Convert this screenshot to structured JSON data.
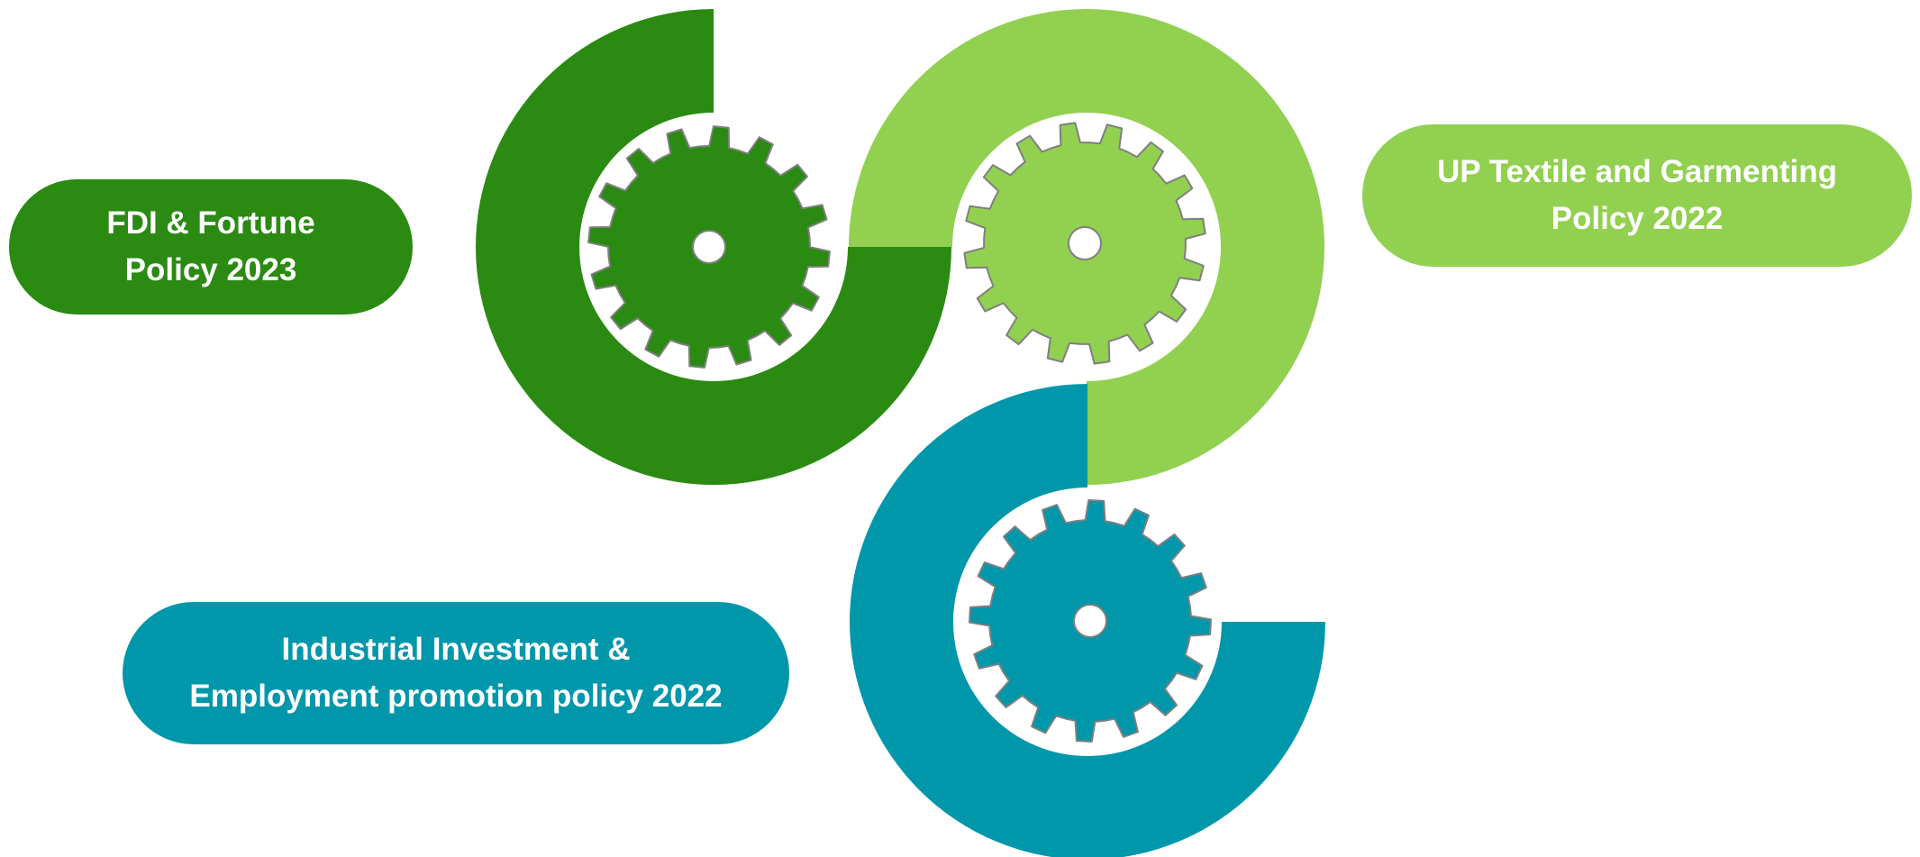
{
  "colors": {
    "dark_green": "#2a8a12",
    "light_green": "#92d050",
    "teal": "#0097ab",
    "gear_outline": "#7f7f7f",
    "background": "#ffffff"
  },
  "policies": [
    {
      "id": "fdi",
      "line1": "FDI & Fortune",
      "line2": "Policy 2023",
      "color": "#2a8a12",
      "icon": "gear-icon"
    },
    {
      "id": "textile",
      "line1": "UP Textile and Garmenting",
      "line2": "Policy 2022",
      "color": "#92d050",
      "icon": "gear-icon"
    },
    {
      "id": "industrial",
      "line1": "Industrial Investment &",
      "line2": "Employment promotion policy 2022",
      "color": "#0097ab",
      "icon": "gear-icon"
    }
  ]
}
